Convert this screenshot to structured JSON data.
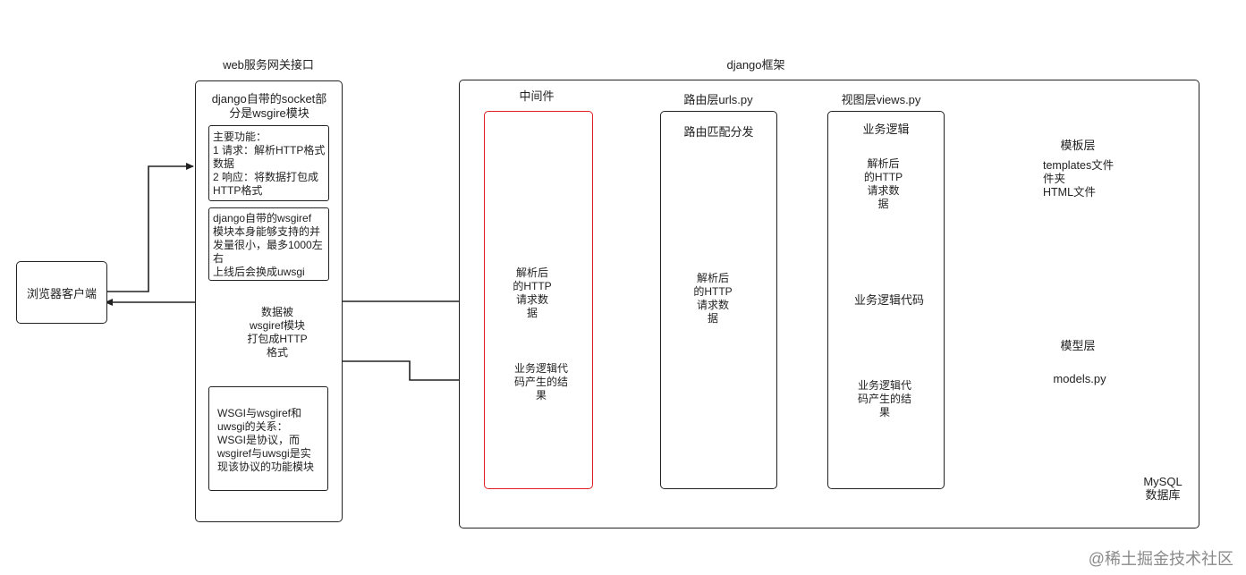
{
  "wsgi_section": {
    "title": "web服务网关接口",
    "container_title": "django自带的socket部\n分是wsgire模块",
    "functions_note": "主要功能：\n1 请求：解析HTTP格式\n数据\n2 响应：将数据打包成\nHTTP格式",
    "concurrency_note": "django自带的wsgiref\n模块本身能够支持的并\n发量很小，最多1000左\n右\n上线后会换成uwsgi",
    "packed_cloud": "数据被\nwsgiref模块\n打包成HTTP\n格式",
    "relation_note": "WSGI与wsgiref和\nuwsgi的关系：\nWSGI是协议，而\nwsgiref与uwsgi是实\n现该协议的功能模块"
  },
  "browser": {
    "label": "浏览器客户端"
  },
  "django": {
    "title": "django框架",
    "middleware": {
      "title": "中间件",
      "parsed_data": "解析后\n的HTTP\n请求数\n据",
      "result_cloud": "业务逻辑代\n码产生的结\n果"
    },
    "routing": {
      "title": "路由层urls.py",
      "subtitle": "路由匹配分发",
      "parsed_data": "解析后\n的HTTP\n请求数\n据"
    },
    "views": {
      "title": "视图层views.py",
      "subtitle": "业务逻辑",
      "parsed_data": "解析后\n的HTTP\n请求数\n据",
      "logic_code": "业务逻辑代码",
      "result_cloud": "业务逻辑代\n码产生的结\n果"
    },
    "template_layer": {
      "title": "模板层",
      "content": "templates文件\n件夹\nHTML文件"
    },
    "model_layer": {
      "title": "模型层",
      "content": "models.py"
    },
    "database": {
      "content": "MySQL\n数据库"
    }
  },
  "watermark": "@稀土掘金技术社区",
  "colors": {
    "teal": "#14c0c0",
    "pink_cloud": "#ffccff",
    "yellow_hex": "#ffff00",
    "middleware_border": "#e02020"
  }
}
